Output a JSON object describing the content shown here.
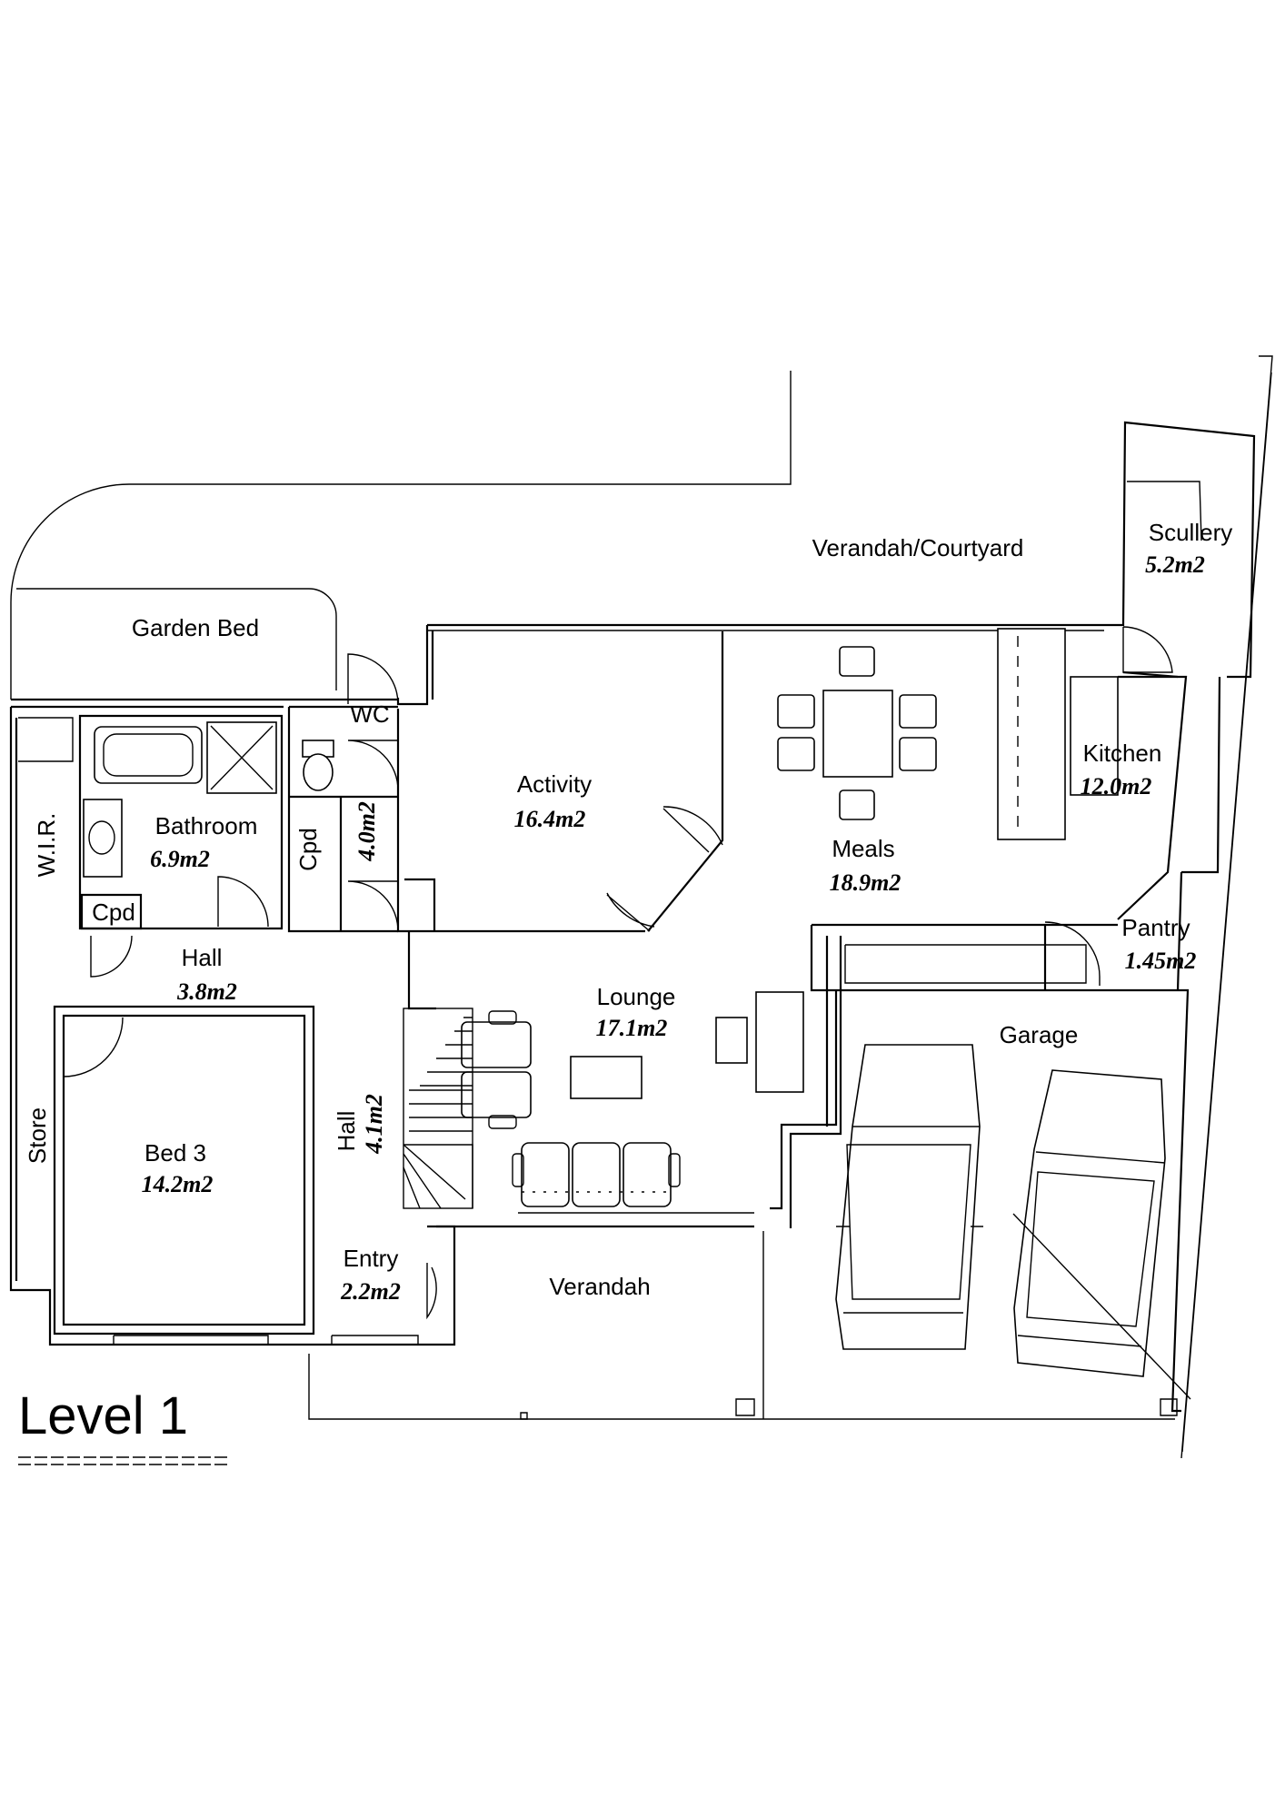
{
  "plan": {
    "level_title": "Level 1",
    "rooms": {
      "verandah_courtyard": {
        "name": "Verandah/Courtyard"
      },
      "scullery": {
        "name": "Scullery",
        "area": "5.2m2"
      },
      "garden_bed": {
        "name": "Garden Bed"
      },
      "wc": {
        "name": "WC"
      },
      "activity": {
        "name": "Activity",
        "area": "16.4m2"
      },
      "meals": {
        "name": "Meals",
        "area": "18.9m2"
      },
      "kitchen": {
        "name": "Kitchen",
        "area": "12.0m2"
      },
      "bathroom": {
        "name": "Bathroom",
        "area": "6.9m2"
      },
      "wir": {
        "name": "W.I.R."
      },
      "cpd_bath": {
        "name": "Cpd"
      },
      "cpd_wc": {
        "name": "Cpd",
        "area": "4.0m2"
      },
      "pantry": {
        "name": "Pantry",
        "area": "1.45m2"
      },
      "hall_upper": {
        "name": "Hall",
        "area": "3.8m2"
      },
      "lounge": {
        "name": "Lounge",
        "area": "17.1m2"
      },
      "garage": {
        "name": "Garage"
      },
      "bed3": {
        "name": "Bed 3",
        "area": "14.2m2"
      },
      "store": {
        "name": "Store"
      },
      "hall_lower": {
        "name": "Hall",
        "area": "4.1m2"
      },
      "entry": {
        "name": "Entry",
        "area": "2.2m2"
      },
      "verandah": {
        "name": "Verandah"
      }
    }
  }
}
